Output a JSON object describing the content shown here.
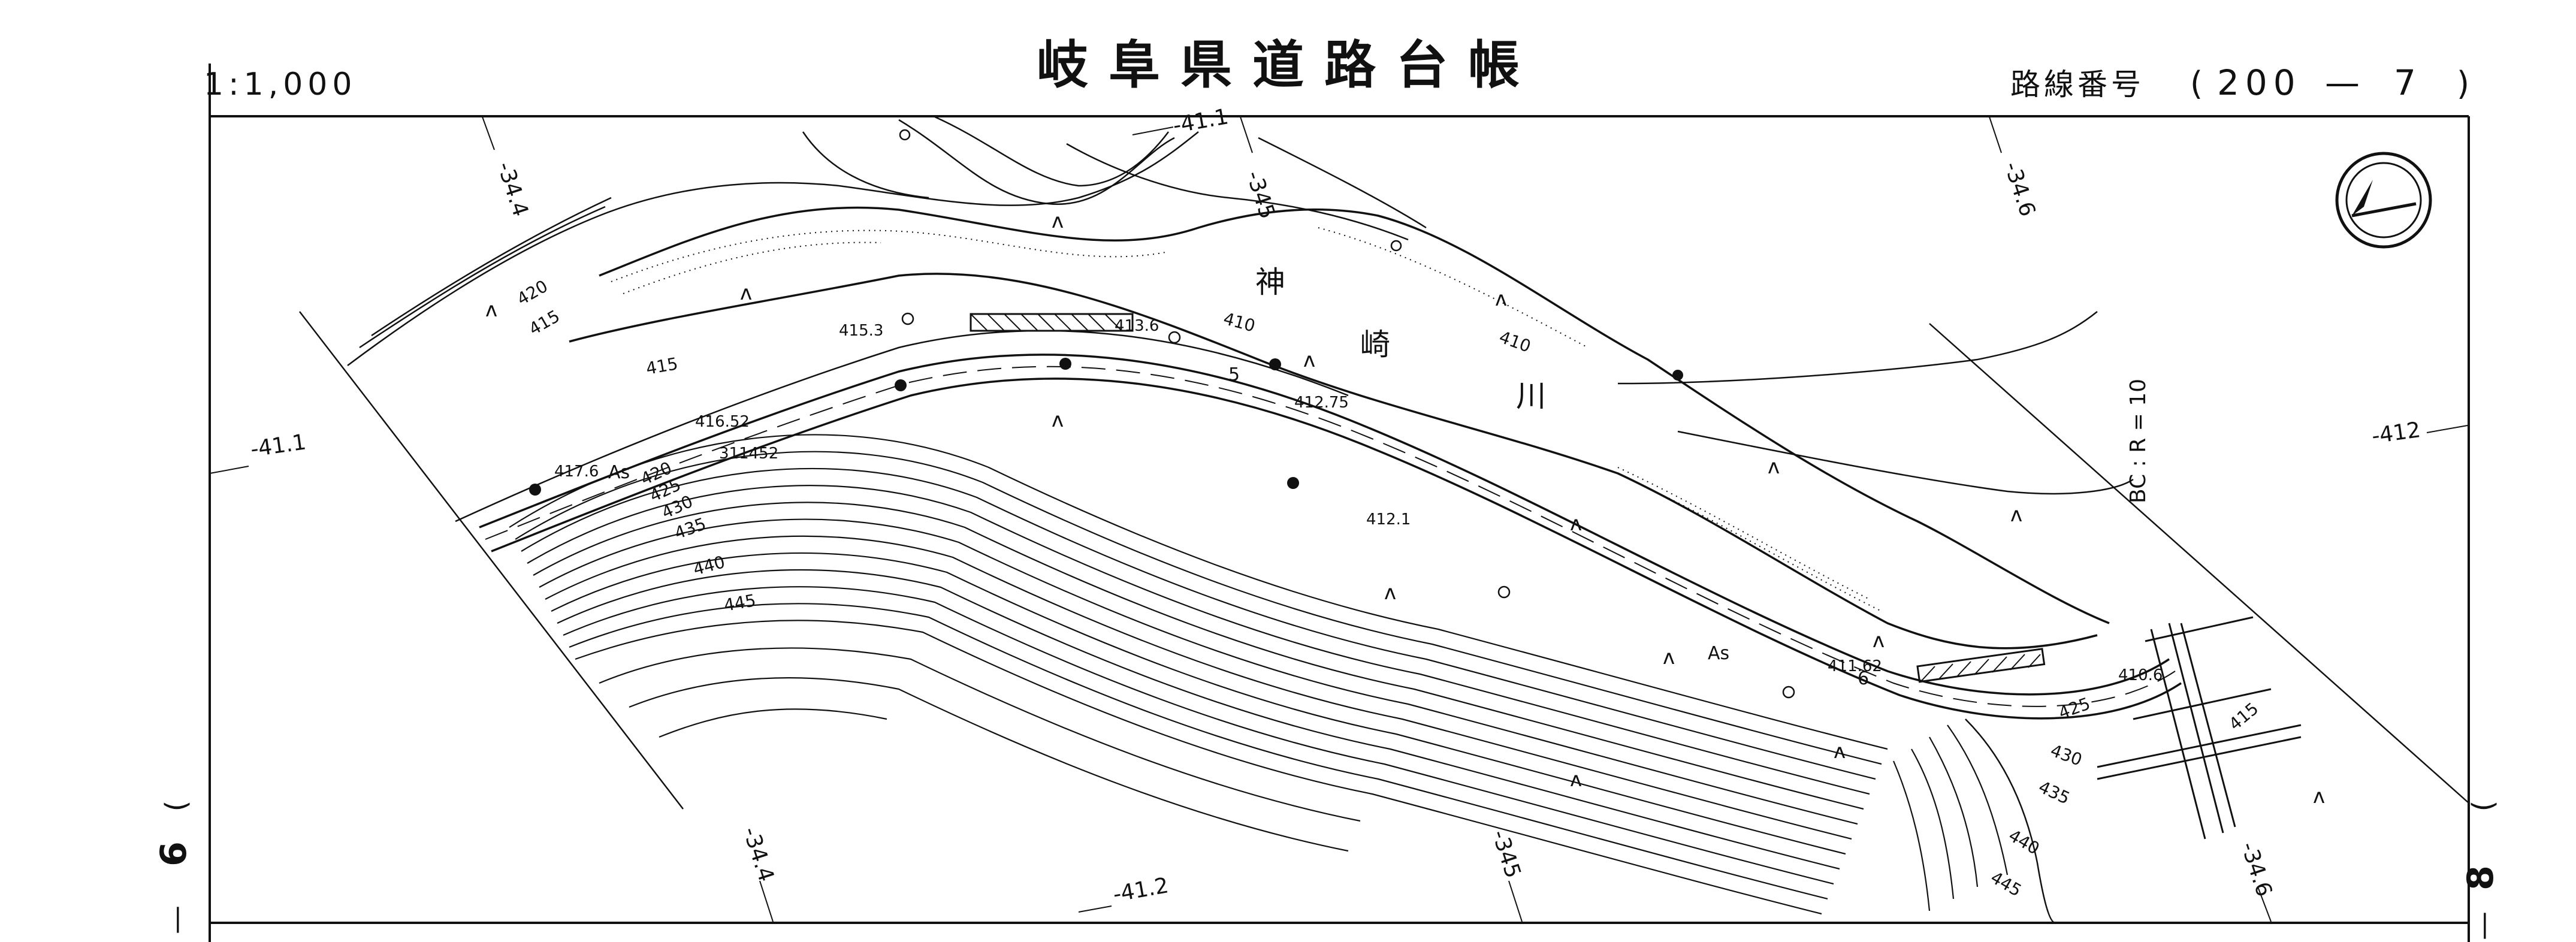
{
  "header": {
    "scale": "1:1,000",
    "title": "岐阜県道路台帳",
    "route_label": "路線番号",
    "route_open": "(",
    "route_number": "200",
    "route_dash": "—",
    "route_sheet": "7",
    "route_close": ")"
  },
  "side_marks": {
    "left_sheet": "6",
    "right_sheet": "8",
    "open_paren": "(",
    "close_mark": "—"
  },
  "north_arrow": {
    "icon": "north-arrow-icon"
  },
  "river": {
    "chars": [
      "神",
      "崎",
      "川"
    ]
  },
  "grid_labels": {
    "top_344": "-34.4",
    "top_411": "-41.1",
    "top_345": "-345",
    "top_346": "-34.6",
    "left_411": "-41.1",
    "right_412": "-412",
    "bottom_344": "-34.4",
    "bottom_412": "-41.2",
    "bottom_345": "-345",
    "bottom_346": "-34.6"
  },
  "curve_note": "BC : R = 10",
  "contour_labels": [
    "420",
    "415",
    "415",
    "410",
    "410",
    "420",
    "425",
    "430",
    "435",
    "440",
    "445",
    "425",
    "430",
    "435",
    "440",
    "445",
    "415"
  ],
  "spot_heights": [
    "415.3",
    "413.6",
    "412.75",
    "416.52",
    "311452",
    "417.6",
    "412.1",
    "411.62",
    "410.6"
  ],
  "road_marks": {
    "as_1": "As",
    "as_2": "As",
    "station_5": "5",
    "station_6": "6"
  },
  "symbols": {
    "vegetation": "ʌ"
  }
}
